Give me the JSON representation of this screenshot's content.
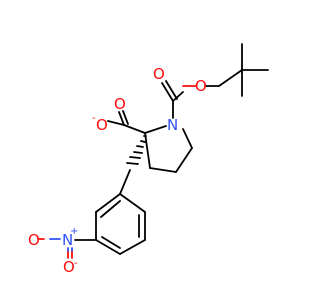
{
  "molecule": {
    "atoms": {
      "carbonyl_o_top": "O",
      "carbonyl_o_left": "O",
      "ester_o": "O",
      "ring_n": "N",
      "nitro_n": "N",
      "nitro_o_left": "O",
      "nitro_o_bottom": "O"
    },
    "charges": {
      "carboxylate": "-",
      "nitro_n": "+",
      "nitro_o": "-"
    }
  },
  "colors": {
    "bond": "#000000",
    "oxygen": "#ff0d0d",
    "nitrogen": "#3050f8"
  }
}
